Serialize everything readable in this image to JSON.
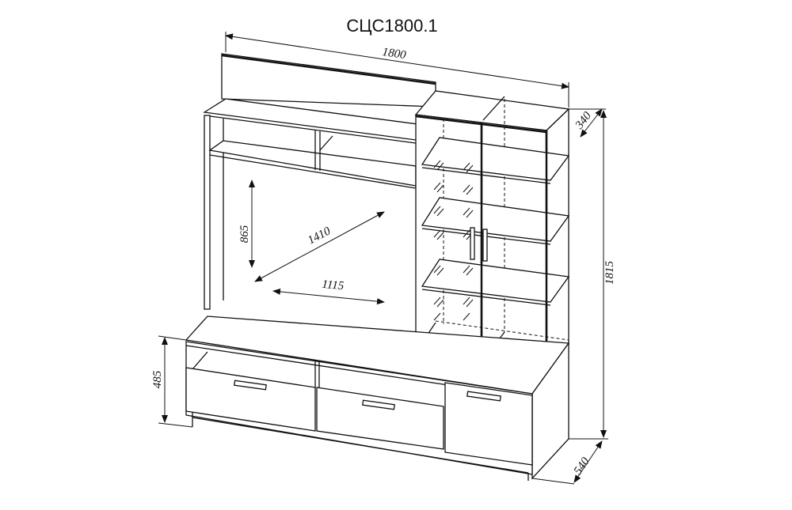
{
  "title": "СЦС1800.1",
  "dimensions": {
    "width": "1800",
    "top_depth": "340",
    "height": "1815",
    "base_depth": "540",
    "base_height": "485",
    "tv_height": "865",
    "tv_diagonal": "1410",
    "tv_width": "1115"
  }
}
